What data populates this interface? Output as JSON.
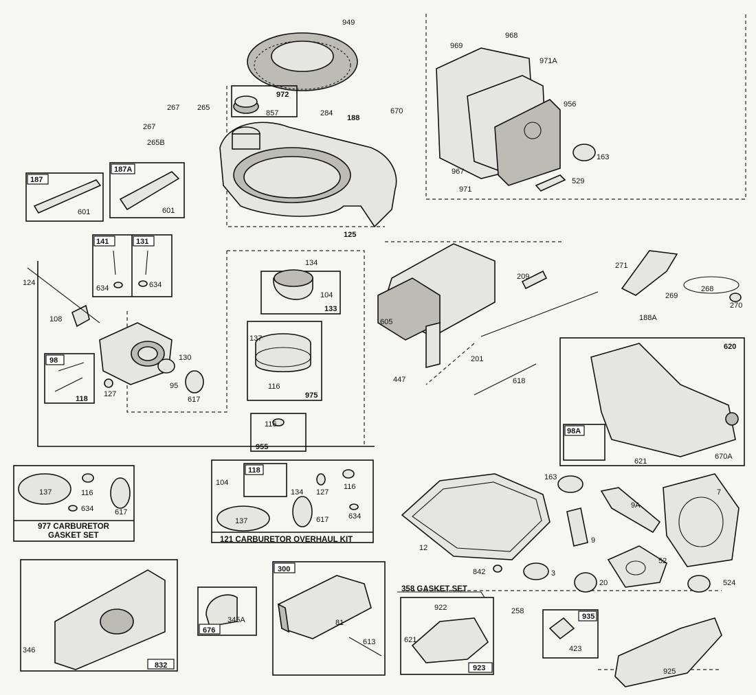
{
  "parts": {
    "p949": "949",
    "p972": "972",
    "p857": "857",
    "p284": "284",
    "p188": "188",
    "p670": "670",
    "p267a": "267",
    "p265": "265",
    "p267b": "267",
    "p265b": "265B",
    "p187": "187",
    "p187a": "187A",
    "p601a": "601",
    "p601b": "601",
    "p125": "125",
    "p968": "968",
    "p969": "969",
    "p971a": "971A",
    "p956": "956",
    "p967": "967",
    "p971": "971",
    "p163a": "163",
    "p529": "529",
    "p141": "141",
    "p131": "131",
    "p634a": "634",
    "p634b": "634",
    "p124": "124",
    "p108": "108",
    "p98": "98",
    "p118a": "118",
    "p127a": "127",
    "p95": "95",
    "p130": "130",
    "p617a": "617",
    "p134a": "134",
    "p104a": "104",
    "p133": "133",
    "p137a": "137",
    "p116a": "116",
    "p975": "975",
    "p116b": "116",
    "p955": "955",
    "p605": "605",
    "p209": "209",
    "p201": "201",
    "p447": "447",
    "p618": "618",
    "p271": "271",
    "p269": "269",
    "p268": "268",
    "p270": "270",
    "p188a": "188A",
    "p620": "620",
    "p98a": "98A",
    "p621a": "621",
    "p670a": "670A",
    "p137b": "137",
    "p116c": "116",
    "p634c": "634",
    "p617b": "617",
    "p104b": "104",
    "p118b": "118",
    "p134b": "134",
    "p127b": "127",
    "p116d": "116",
    "p137c": "137",
    "p617c": "617",
    "p634d": "634",
    "p163b": "163",
    "p9a": "9A",
    "p7": "7",
    "p12": "12",
    "p9": "9",
    "p842": "842",
    "p3": "3",
    "p20": "20",
    "p52": "52",
    "p524": "524",
    "p346": "346",
    "p832": "832",
    "p676": "676",
    "p345a": "345A",
    "p300": "300",
    "p81": "81",
    "p613": "613",
    "p922": "922",
    "p258": "258",
    "p621b": "621",
    "p923": "923",
    "p935": "935",
    "p423": "423",
    "p925": "925"
  },
  "kits": {
    "gasket_977_line1": "977 CARBURETOR",
    "gasket_977_line2": "GASKET SET",
    "overhaul_121": "121 CARBURETOR OVERHAUL KIT",
    "gasket_358": "358 GASKET SET"
  }
}
